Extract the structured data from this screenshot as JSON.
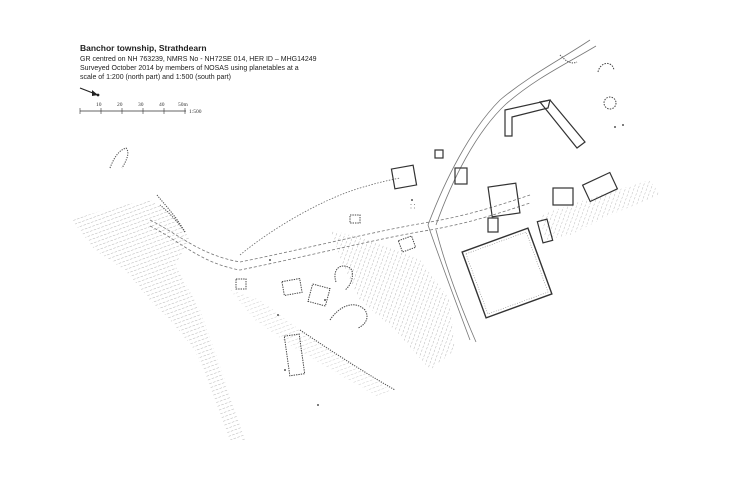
{
  "title": "Banchor township, Strathdearn",
  "meta_lines": [
    "GR centred on NH 763239, NMRS No - NH72SE 014, HER ID – MHG14249",
    "Surveyed October 2014 by members of NOSAS using planetables at a",
    "scale of 1:200 (north part) and 1:500 (south part)"
  ],
  "scale_bar": {
    "ticks": [
      "10",
      "20",
      "30",
      "40",
      "50m"
    ],
    "ratio": "1:500",
    "stroke_color": "#333333"
  },
  "north_arrow": {
    "icon": "north-arrow-icon"
  },
  "colors": {
    "background": "#ffffff",
    "linework": "#555555",
    "hachure": "#777777"
  }
}
